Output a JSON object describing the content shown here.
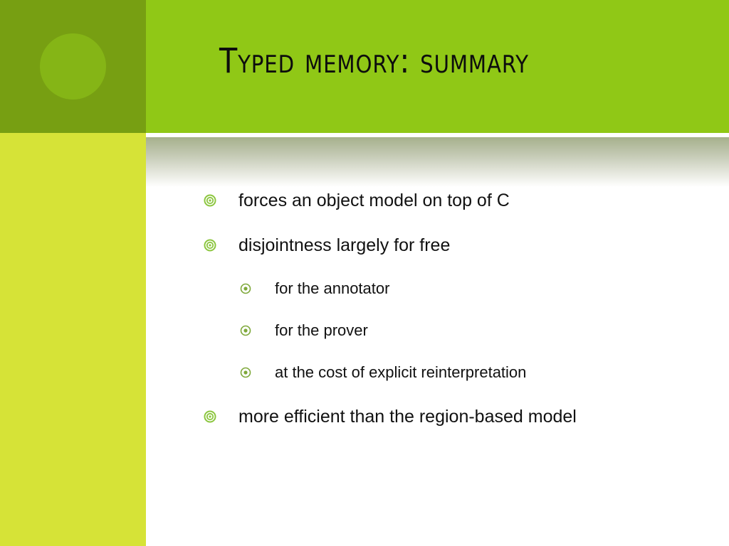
{
  "slide": {
    "title": "Typed memory: summary",
    "colors": {
      "corner_block": "#779f12",
      "corner_circle": "#85b516",
      "title_band": "#90c816",
      "left_strip": "#d6e337",
      "bullet_marker": "#8cc63f",
      "text": "#111111"
    },
    "bullets": [
      {
        "level": 1,
        "marker": "target-bullet-icon",
        "text": "forces an object model on top of C"
      },
      {
        "level": 1,
        "marker": "target-bullet-icon",
        "text": "disjointness largely for free"
      },
      {
        "level": 2,
        "marker": "dot-circle-bullet-icon",
        "text": "for the annotator"
      },
      {
        "level": 2,
        "marker": "dot-circle-bullet-icon",
        "text": "for the prover"
      },
      {
        "level": 2,
        "marker": "dot-circle-bullet-icon",
        "text": "at the cost of explicit reinterpretation"
      },
      {
        "level": 1,
        "marker": "target-bullet-icon",
        "text": "more efficient than the region-based model"
      }
    ]
  }
}
